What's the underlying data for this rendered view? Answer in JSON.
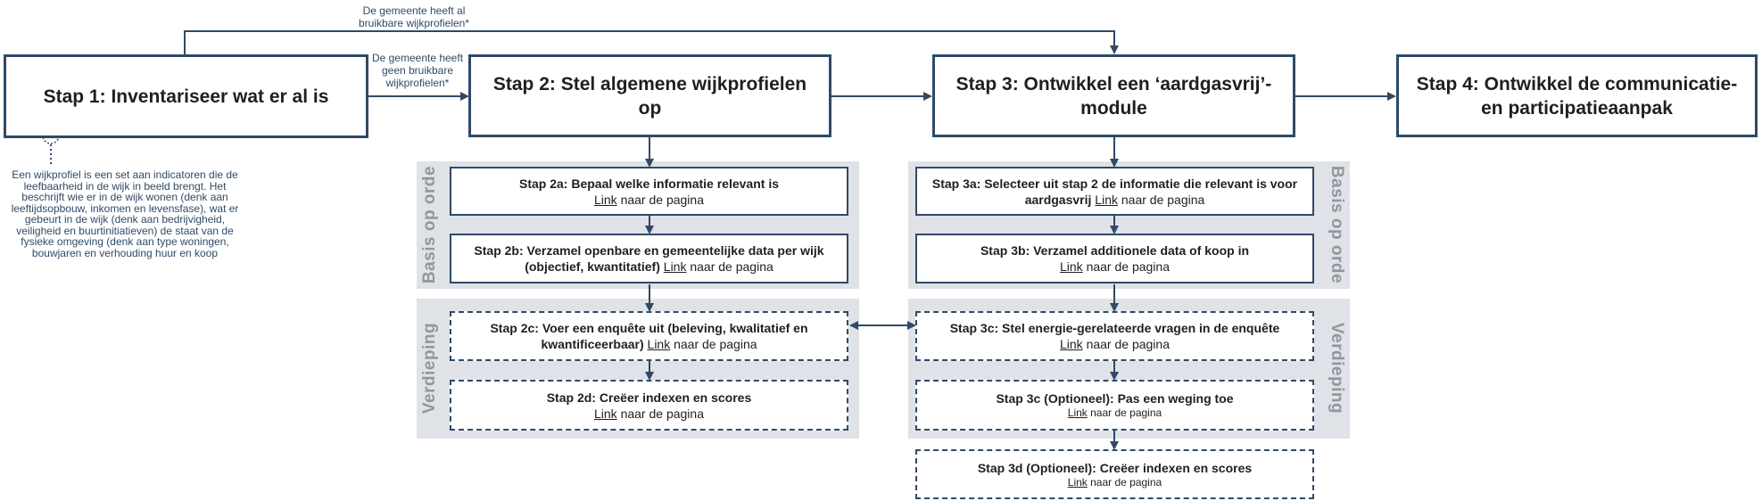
{
  "colors": {
    "box_border": "#2f4a66",
    "band_fill": "#dfe2e7",
    "band_label": "#8e979e",
    "arrow": "#2f4a66",
    "note_text": "#2f4a66"
  },
  "top_note": "De gemeente heeft al bruikbare wijkprofielen*",
  "middle_note": "De gemeente heeft geen bruikbare wijkprofielen*",
  "description": "Een wijkprofiel is een set aan indicatoren die de leefbaarheid in de wijk in beeld brengt. Het beschrijft wie er in de wijk wonen (denk aan leeftijdsopbouw, inkomen en levensfase), wat er gebeurt in de wijk (denk aan bedrijvigheid, veiligheid en buurtinitiatieven) de staat van de fysieke omgeving (denk aan type woningen, bouwjaren en verhouding huur en koop",
  "steps": {
    "s1": "Stap 1: Inventariseer wat er al is",
    "s2": "Stap 2: Stel algemene wijkprofielen op",
    "s3": "Stap 3: Ontwikkel een ‘aardgasvrij’-module",
    "s4": "Stap 4: Ontwikkel de communicatie- en participatieaanpak"
  },
  "bands": {
    "basis": "Basis op orde",
    "verdieping": "Verdieping"
  },
  "link_label": "Link",
  "link_suffix": " naar de pagina",
  "substeps": {
    "s2a": "Stap 2a: Bepaal welke informatie relevant is",
    "s2b": "Stap 2b: Verzamel openbare en gemeentelijke data per wijk (objectief, kwantitatief)",
    "s2c": "Stap 2c: Voer een enquête uit (beleving, kwalitatief en kwantificeerbaar)",
    "s2d": "Stap 2d: Creëer indexen en scores",
    "s3a": "Stap 3a: Selecteer uit stap 2 de informatie die relevant is voor aardgasvrij",
    "s3b": "Stap 3b: Verzamel additionele data of koop in",
    "s3c": "Stap 3c: Stel energie-gerelateerde vragen in de enquête",
    "s3c_opt": "Stap 3c (Optioneel): Pas een weging toe",
    "s3d_opt": "Stap 3d (Optioneel): Creëer indexen en scores"
  }
}
